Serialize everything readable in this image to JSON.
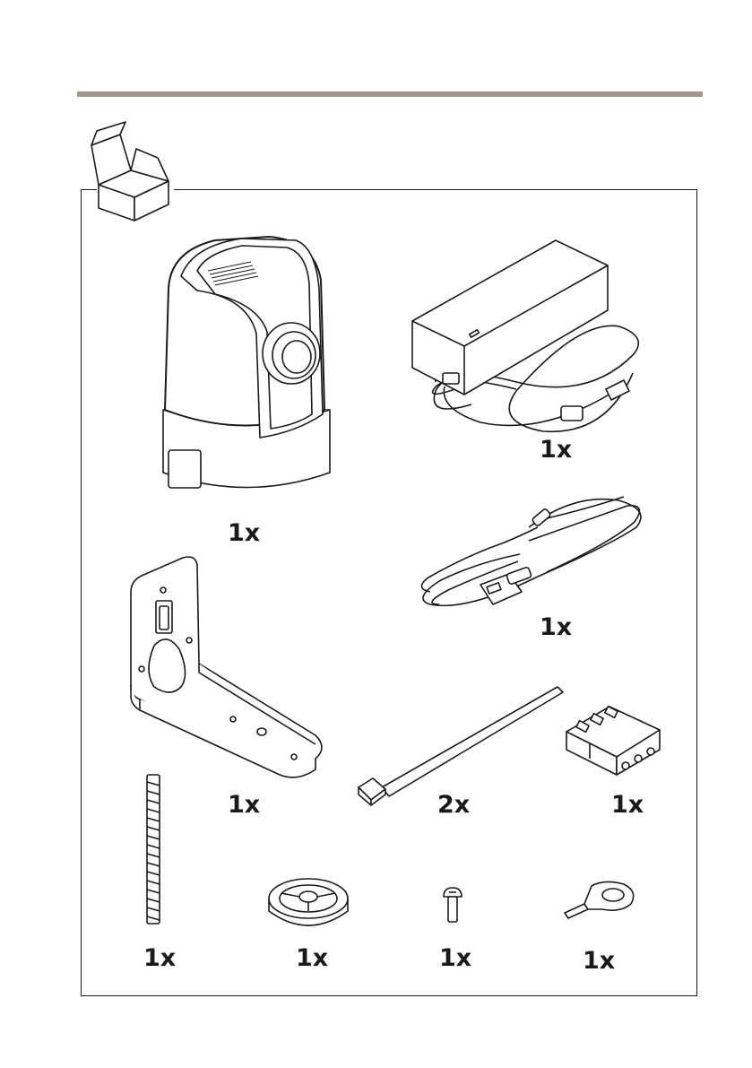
{
  "items": [
    {
      "id": "camera",
      "icon": "ptz-camera-icon",
      "quantity": "1x"
    },
    {
      "id": "power-adapter",
      "icon": "power-adapter-icon",
      "quantity": "1x"
    },
    {
      "id": "power-cord",
      "icon": "power-cord-icon",
      "quantity": "1x"
    },
    {
      "id": "bracket",
      "icon": "wall-bracket-icon",
      "quantity": "1x"
    },
    {
      "id": "cable-tie",
      "icon": "cable-tie-icon",
      "quantity": "2x"
    },
    {
      "id": "terminal-block",
      "icon": "terminal-block-connector-icon",
      "quantity": "1x"
    },
    {
      "id": "threaded-rod",
      "icon": "threaded-rod-icon",
      "quantity": "1x"
    },
    {
      "id": "thumb-wheel",
      "icon": "thumb-wheel-icon",
      "quantity": "1x"
    },
    {
      "id": "screw",
      "icon": "screw-icon",
      "quantity": "1x"
    },
    {
      "id": "clamp",
      "icon": "cable-clamp-icon",
      "quantity": "1x"
    }
  ],
  "colors": {
    "rule": "#a39485",
    "ink": "#1a1a1a"
  }
}
